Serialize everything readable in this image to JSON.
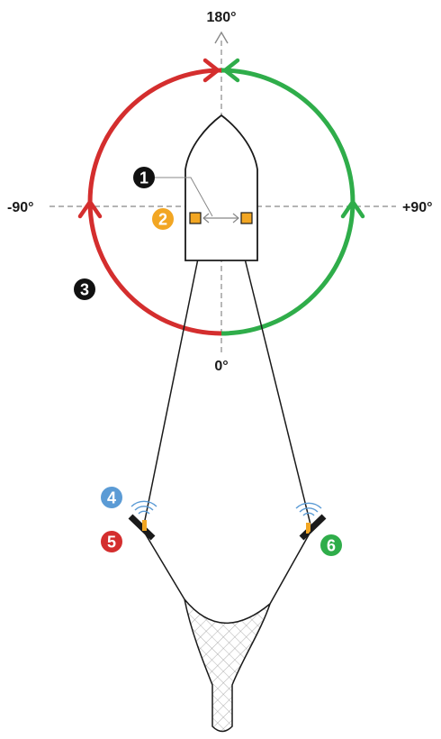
{
  "angles": {
    "top": "180°",
    "left": "-90°",
    "right": "+90°",
    "bottom": "0°"
  },
  "badges": [
    {
      "id": "1",
      "label": "1",
      "color": "#111111"
    },
    {
      "id": "2",
      "label": "2",
      "color": "#f2a623"
    },
    {
      "id": "3",
      "label": "3",
      "color": "#111111"
    },
    {
      "id": "4",
      "label": "4",
      "color": "#5b9bd5"
    },
    {
      "id": "5",
      "label": "5",
      "color": "#d42e2e"
    },
    {
      "id": "6",
      "label": "6",
      "color": "#2fad4a"
    }
  ],
  "colors": {
    "port_arc": "#d42e2e",
    "starboard_arc": "#2fad4a",
    "sensor": "#f2a623",
    "signal": "#5b9bd5",
    "line": "#1a1a1a",
    "axis": "#888888"
  }
}
